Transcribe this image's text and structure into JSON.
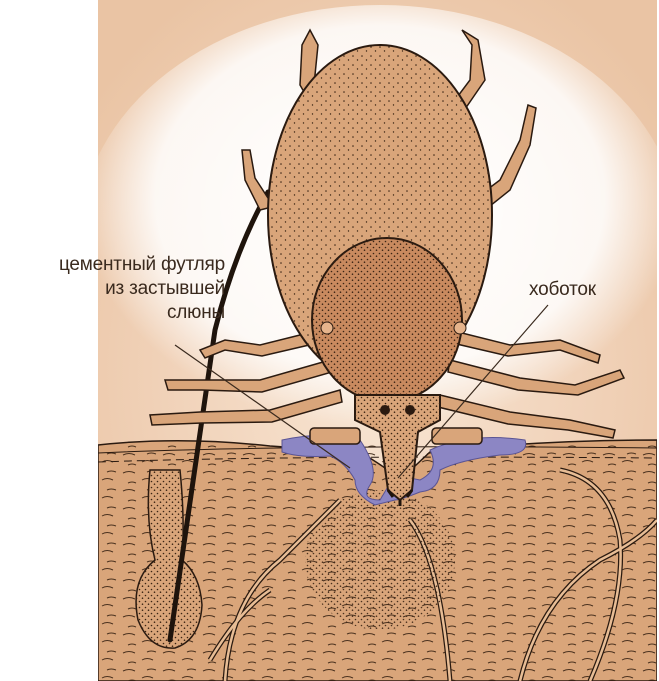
{
  "labels": {
    "cement_case": [
      "цементный футляр",
      "из застывшей",
      "слюны"
    ],
    "proboscis": "хоботок"
  },
  "colors": {
    "background_glow": "#f3d8c0",
    "tick_body": "#d9a57a",
    "scutum": "#c98a5f",
    "skin": "#d9a57a",
    "cement": "#8c86c4",
    "outline": "#2a1a10"
  }
}
